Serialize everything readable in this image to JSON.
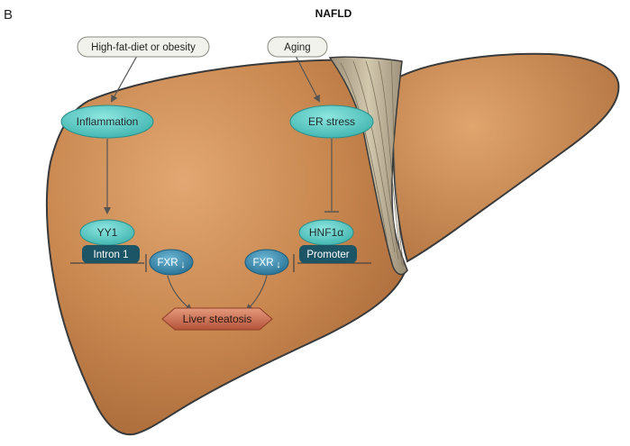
{
  "panel_label": "B",
  "title": "NAFLD",
  "nodes": {
    "high_fat": "High-fat-diet or obesity",
    "aging": "Aging",
    "inflammation": "Inflammation",
    "er_stress": "ER stress",
    "yy1": "YY1",
    "hnf1a": "HNF1α",
    "intron1": "Intron 1",
    "promoter": "Promoter",
    "fxr_left": "FXR",
    "fxr_right": "FXR",
    "down_arrow": "↓",
    "liver_steatosis": "Liver steatosis"
  },
  "colors": {
    "liver_fill": "#c8874f",
    "liver_outline": "#3a3a3a",
    "teal": "#5ec9c4",
    "dark_teal": "#1c5566",
    "fxr_blue": "#3e8fb0",
    "steatosis": "#c46146",
    "input_box": "#f2f2ec",
    "ligament": "#b9ad93"
  }
}
